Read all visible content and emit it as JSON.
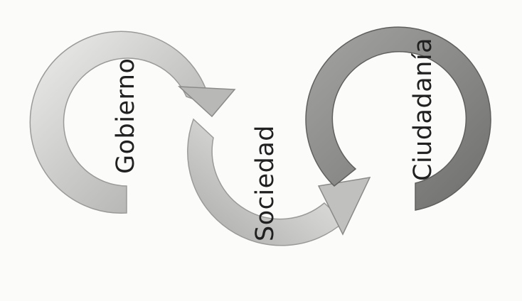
{
  "diagram": {
    "labels": {
      "gobierno": "Gobierno",
      "sociedad": "Sociedad",
      "ciudadania": "Ciudadanía"
    },
    "colors": {
      "light_arrow": "#c8c8c6",
      "light_arrow_edge": "#9a9a98",
      "dark_arrow": "#8e8e8c",
      "dark_arrow_edge": "#5f5f5d",
      "text": "#202020",
      "background": "#fbfbfa"
    }
  }
}
